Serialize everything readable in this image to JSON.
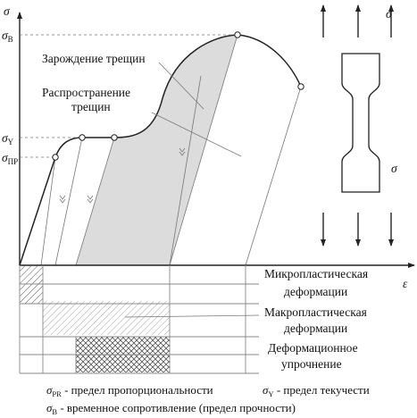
{
  "diagram": {
    "axes": {
      "y_symbol": "σ",
      "x_symbol": "ε"
    },
    "stress_levels": {
      "sigma_b": {
        "symbol": "σ",
        "subscript": "B"
      },
      "sigma_y": {
        "symbol": "σ",
        "subscript": "Y"
      },
      "sigma_pr": {
        "symbol": "σ",
        "subscript": "ПР"
      }
    },
    "curve_labels": {
      "crack_initiation": "Зарождение трещин",
      "crack_propagation_line1": "Распространение",
      "crack_propagation_line2": "трещин"
    },
    "specimen": {
      "sigma_top": "σ",
      "sigma_right": "σ"
    },
    "zones": [
      {
        "name": "micro",
        "line1": "Микропластическая",
        "line2": "деформации",
        "fill": "diagonal-hatch"
      },
      {
        "name": "macro",
        "line1": "Макропластическая",
        "line2": "деформации",
        "fill": "diagonal-hatch-light"
      },
      {
        "name": "hardening",
        "line1": "Деформационное",
        "line2": "упрочнение",
        "fill": "cross-hatch"
      }
    ],
    "legend": {
      "line1_sym": "σ",
      "line1_sub": "PR",
      "line1_text": " - предел пропорциональности",
      "line1b_sym": "σ",
      "line1b_sub": "Y",
      "line1b_text": " - предел текучести",
      "line2_sym": "σ",
      "line2_sub": "B",
      "line2_text": " - временное сопротивление (предел прочности)"
    },
    "colors": {
      "shaded_region": "#dcdcdc",
      "line": "#222222"
    }
  }
}
